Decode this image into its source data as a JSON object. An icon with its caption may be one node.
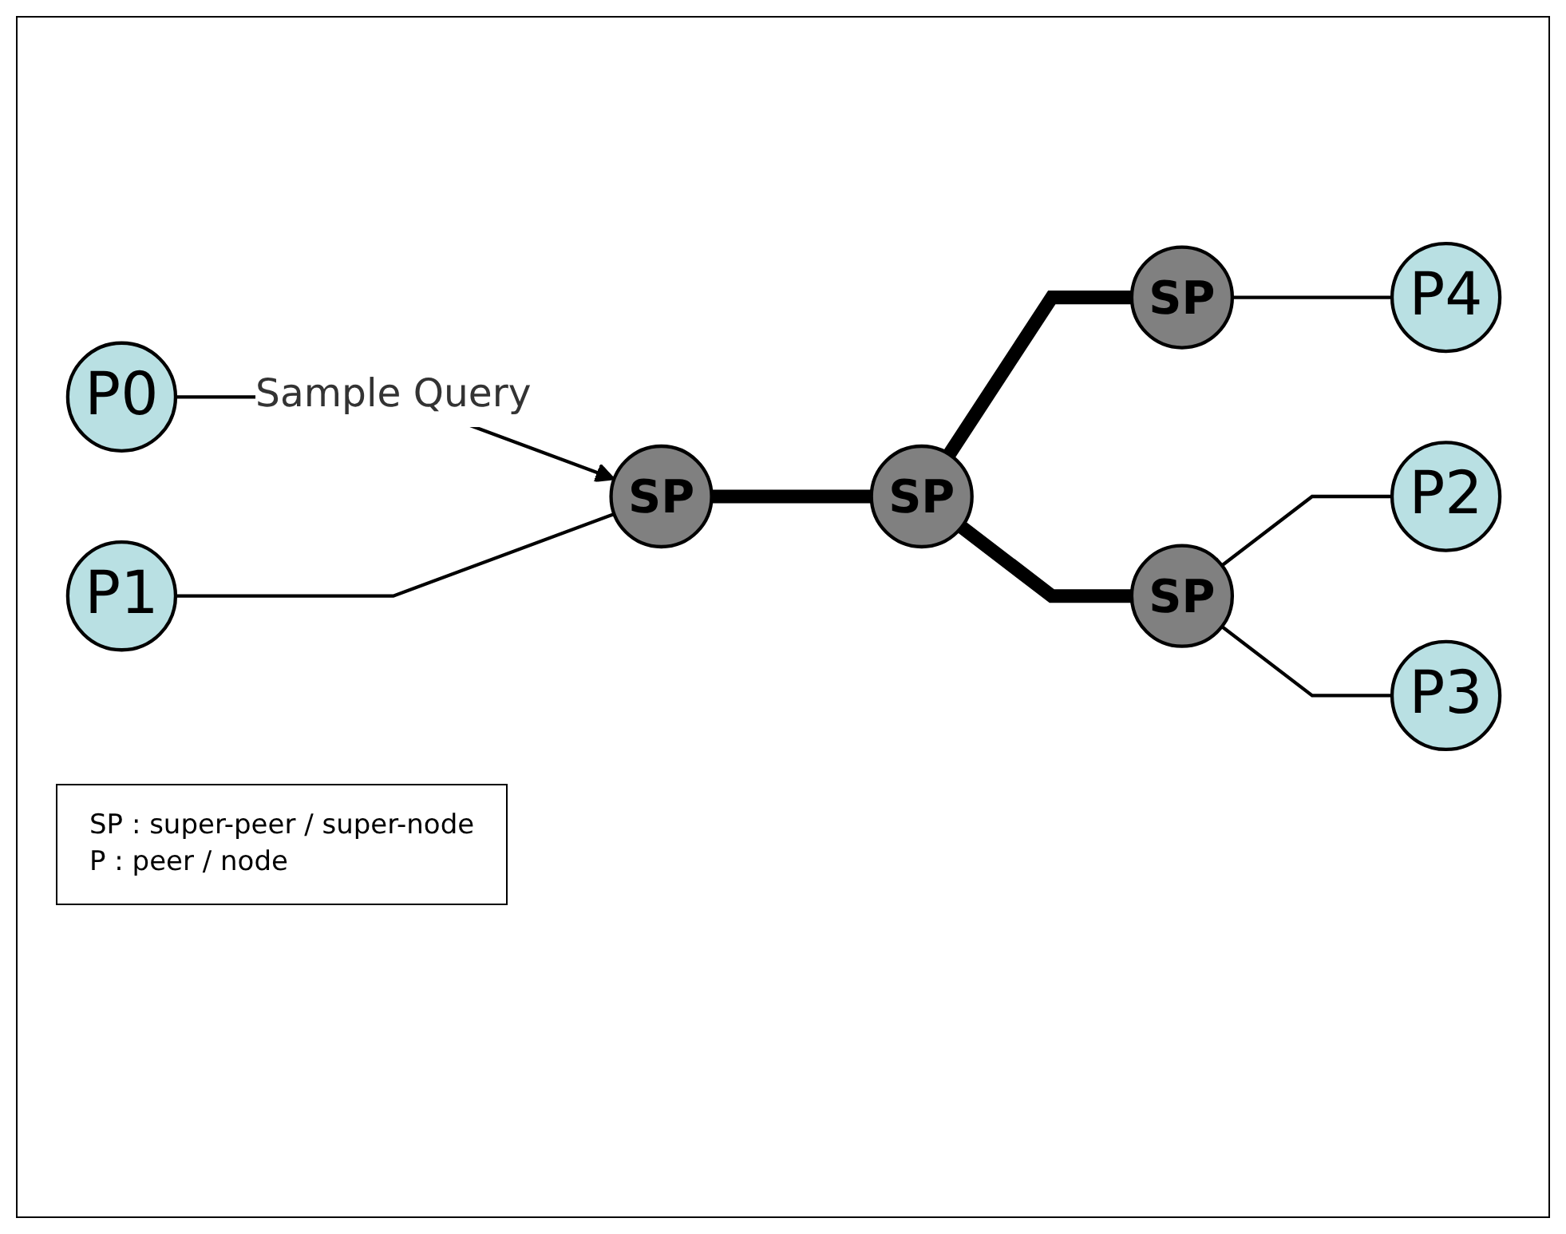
{
  "diagram": {
    "nodes": [
      {
        "text": [
          "P0"
        ]
      },
      {
        "text": [
          "SP"
        ]
      },
      {
        "text": [
          "SP"
        ]
      },
      {
        "text": [
          "SP"
        ]
      },
      {
        "text": [
          "P4"
        ]
      },
      {
        "text": [
          "P1"
        ]
      },
      {
        "text": [
          "SP"
        ]
      },
      {
        "text": [
          "P2"
        ]
      },
      {
        "text": [
          "P3"
        ]
      }
    ],
    "edges": [
      {
        "from": 0,
        "to": 2,
        "arrow": "to",
        "label": "Sample Query"
      },
      {
        "from": 5,
        "to": 2,
        "arrow": "none"
      },
      {
        "from": 2,
        "to": 3,
        "arrow": "none",
        "style": "thick"
      },
      {
        "from": 3,
        "to": 1,
        "arrow": "none",
        "style": "thick"
      },
      {
        "from": 3,
        "to": 6,
        "arrow": "none",
        "style": "thick"
      },
      {
        "from": 1,
        "to": 4,
        "arrow": "none"
      },
      {
        "from": 6,
        "to": 7,
        "arrow": "none"
      },
      {
        "from": 6,
        "to": 8,
        "arrow": "none"
      }
    ],
    "labels": [
      "SP : super-peer / super-node",
      "P : peer / node"
    ]
  }
}
